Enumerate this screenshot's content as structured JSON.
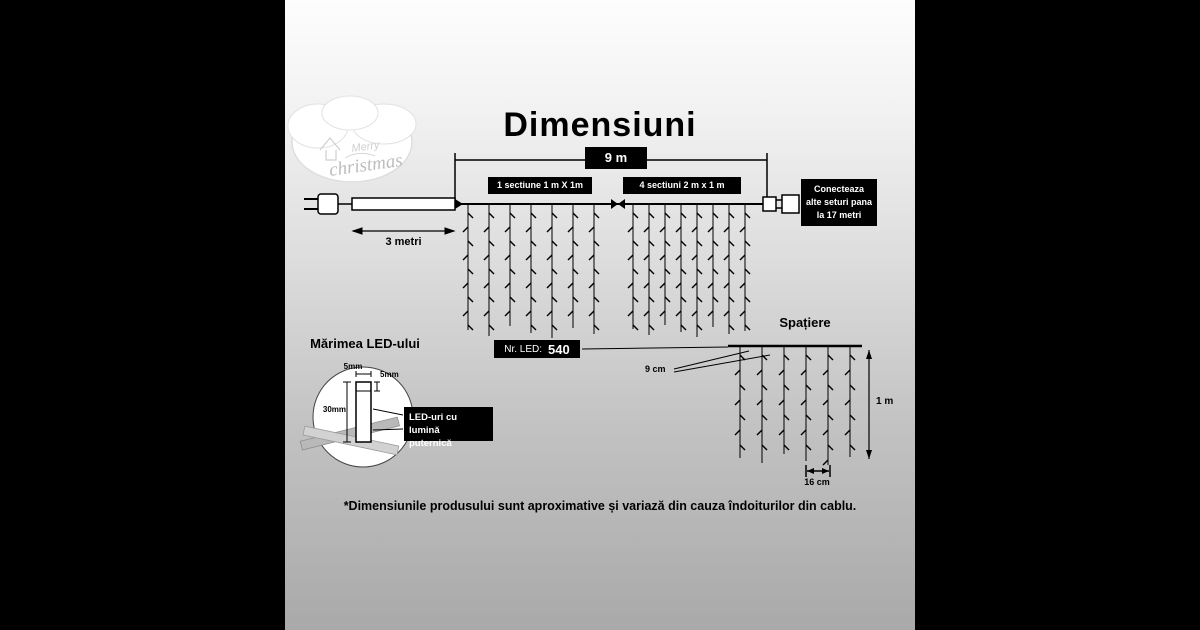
{
  "title": "Dimensiuni",
  "logo": {
    "line1": "Merry",
    "line2": "christmas"
  },
  "top_dimension": {
    "label": "9 m"
  },
  "sections": {
    "section1_label": "1 sectiune 1 m X 1m",
    "section2_label": "4 sectiuni 2 m x 1 m"
  },
  "connect_note": {
    "line1": "Conecteaza",
    "line2": "alte seturi pana",
    "line3": "la 17 metri"
  },
  "lead_length_label": "3 metri",
  "led_count": {
    "label": "Nr. LED:",
    "value": "540"
  },
  "led_size": {
    "title": "Mărimea LED-ului",
    "dim_top": "5mm",
    "dim_side": "5mm",
    "dim_height": "30mm",
    "note_line1": "LED-uri cu lumină",
    "note_line2": "puternică"
  },
  "spacing": {
    "title": "Spațiere",
    "gap_label": "9 cm",
    "height_label": "1 m",
    "bottom_gap_label": "16 cm"
  },
  "footnote": "*Dimensiunile produsului sunt aproximative și variază din cauza îndoiturilor din cablu."
}
